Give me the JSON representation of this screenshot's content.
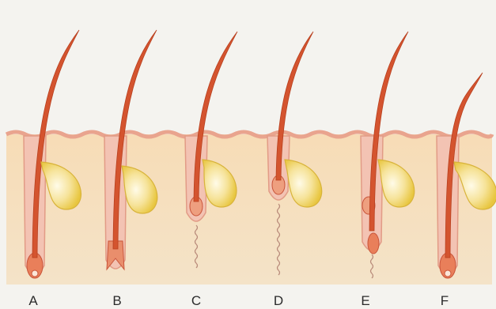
{
  "figure": {
    "stages": [
      {
        "label": "A"
      },
      {
        "label": "B"
      },
      {
        "label": "C"
      },
      {
        "label": "D"
      },
      {
        "label": "E"
      },
      {
        "label": "F"
      }
    ]
  },
  "colors": {
    "paper": "#f4f3ef",
    "skin": "#f6dcb4",
    "epidermis": "#f2b6a2",
    "follicle_sheath": "#f3c3b3",
    "hair_shaft": "#d4542f",
    "sebaceous_gland": "#f3d96a"
  }
}
